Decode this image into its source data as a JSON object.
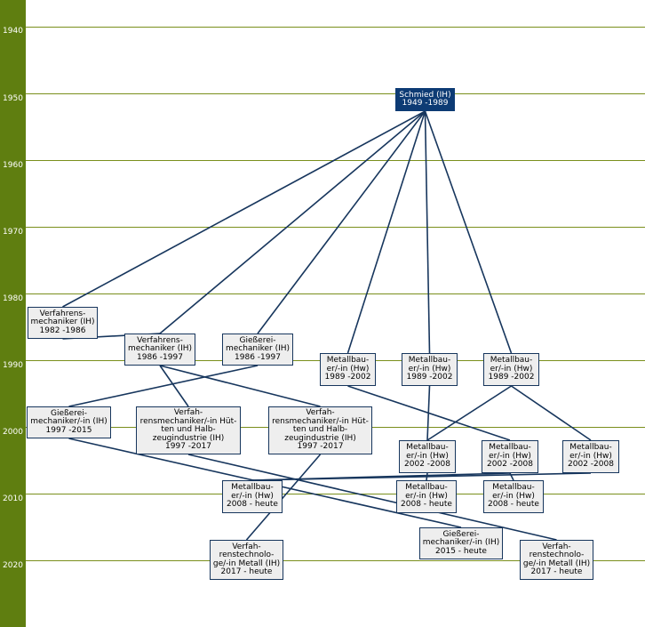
{
  "timeline": {
    "years": [
      "1940",
      "1950",
      "1960",
      "1970",
      "1980",
      "1990",
      "2000",
      "2010",
      "2020"
    ],
    "colors": {
      "bar": "#5f7e10",
      "gridline": "#7a8f1c",
      "edge": "#17365d",
      "root_fill": "#0d3b74",
      "node_fill": "#eeeeee"
    }
  },
  "nodes": [
    {
      "id": "schmied",
      "title": "Schmied (IH)",
      "period": "1949 -1989"
    },
    {
      "id": "verfahrensmech-1982",
      "title": "Verfahrens-\nmechaniker (IH)",
      "period": "1982 -1986"
    },
    {
      "id": "verfahrensmech-1986",
      "title": "Verfahrens-\nmechaniker (IH)",
      "period": "1986 -1997"
    },
    {
      "id": "giesserei-1986",
      "title": "Gießerei-\nmechaniker (IH)",
      "period": "1986 -1997"
    },
    {
      "id": "metallbauer-a-1989",
      "title": "Metallbau-\ner/-in (Hw)",
      "period": "1989 -2002"
    },
    {
      "id": "metallbauer-b-1989",
      "title": "Metallbau-\ner/-in (Hw)",
      "period": "1989 -2002"
    },
    {
      "id": "metallbauer-c-1989",
      "title": "Metallbau-\ner/-in (Hw)",
      "period": "1989 -2002"
    },
    {
      "id": "giesserei-1997",
      "title": "Gießerei-\nmechaniker/-in (IH)",
      "period": "1997 -2015"
    },
    {
      "id": "verfahrensmech-huetten-a",
      "title": "Verfah-\nrensmechaniker/-in Hüt-\nten und Halb-\nzeugindustrie (IH)",
      "period": "1997 -2017"
    },
    {
      "id": "verfahrensmech-huetten-b",
      "title": "Verfah-\nrensmechaniker/-in Hüt-\nten und Halb-\nzeugindustrie (IH)",
      "period": "1997 -2017"
    },
    {
      "id": "metallbauer-a-2002",
      "title": "Metallbau-\ner/-in (Hw)",
      "period": "2002 -2008"
    },
    {
      "id": "metallbauer-b-2002",
      "title": "Metallbau-\ner/-in (Hw)",
      "period": "2002 -2008"
    },
    {
      "id": "metallbauer-c-2002",
      "title": "Metallbau-\ner/-in (Hw)",
      "period": "2002 -2008"
    },
    {
      "id": "metallbauer-a-2008",
      "title": "Metallbau-\ner/-in (Hw)",
      "period": "2008 - heute"
    },
    {
      "id": "metallbauer-b-2008",
      "title": "Metallbau-\ner/-in (Hw)",
      "period": "2008 - heute"
    },
    {
      "id": "metallbauer-c-2008",
      "title": "Metallbau-\ner/-in (Hw)",
      "period": "2008 - heute"
    },
    {
      "id": "giesserei-2015",
      "title": "Gießerei-\nmechaniker/-in (IH)",
      "period": "2015 - heute"
    },
    {
      "id": "verfahrenstech-a-2017",
      "title": "Verfah-\nrenstechnolo-\nge/-in Metall (IH)",
      "period": "2017 - heute"
    },
    {
      "id": "verfahrenstech-b-2017",
      "title": "Verfah-\nrenstechnolo-\nge/-in Metall (IH)",
      "period": "2017 - heute"
    }
  ],
  "edges": [
    [
      "schmied",
      "verfahrensmech-1982"
    ],
    [
      "schmied",
      "verfahrensmech-1986"
    ],
    [
      "schmied",
      "giesserei-1986"
    ],
    [
      "schmied",
      "metallbauer-a-1989"
    ],
    [
      "schmied",
      "metallbauer-b-1989"
    ],
    [
      "schmied",
      "metallbauer-c-1989"
    ],
    [
      "verfahrensmech-1982",
      "verfahrensmech-1986"
    ],
    [
      "verfahrensmech-1986",
      "verfahrensmech-huetten-a"
    ],
    [
      "verfahrensmech-1986",
      "verfahrensmech-huetten-b"
    ],
    [
      "giesserei-1986",
      "giesserei-1997"
    ],
    [
      "giesserei-1997",
      "giesserei-2015"
    ],
    [
      "verfahrensmech-huetten-a",
      "verfahrenstech-b-2017"
    ],
    [
      "verfahrensmech-huetten-b",
      "verfahrenstech-a-2017"
    ],
    [
      "metallbauer-a-1989",
      "metallbauer-b-2002"
    ],
    [
      "metallbauer-b-1989",
      "metallbauer-a-2002"
    ],
    [
      "metallbauer-c-1989",
      "metallbauer-a-2002"
    ],
    [
      "metallbauer-c-1989",
      "metallbauer-c-2002"
    ],
    [
      "metallbauer-a-2002",
      "metallbauer-b-2008"
    ],
    [
      "metallbauer-b-2002",
      "metallbauer-a-2008"
    ],
    [
      "metallbauer-b-2002",
      "metallbauer-c-2008"
    ],
    [
      "metallbauer-c-2002",
      "metallbauer-a-2008"
    ]
  ]
}
